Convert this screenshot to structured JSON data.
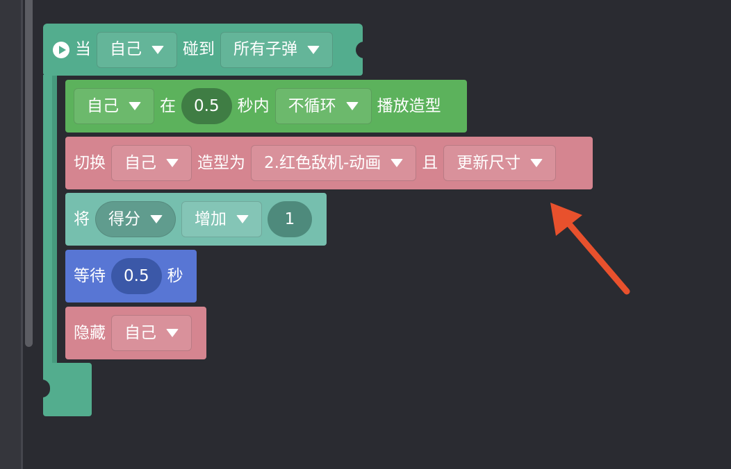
{
  "colors": {
    "event": "#53ad8e",
    "looks": "#5cb25c",
    "costume": "#d58590",
    "variable": "#76bfae",
    "control": "#5876d4",
    "annotation_arrow": "#e8512d"
  },
  "hat_block": {
    "label_when": "当",
    "sprite_dropdown": "自己",
    "label_touch": "碰到",
    "target_dropdown": "所有子弹"
  },
  "animate_block": {
    "sprite_dropdown": "自己",
    "label_in": "在",
    "duration": "0.5",
    "label_seconds_within": "秒内",
    "loop_dropdown": "不循环",
    "label_play": "播放造型"
  },
  "switch_costume_block": {
    "label_switch": "切换",
    "sprite_dropdown": "自己",
    "label_costume_to": "造型为",
    "costume_dropdown": "2.红色敌机-动画",
    "label_and": "且",
    "size_dropdown": "更新尺寸"
  },
  "change_variable_block": {
    "label_set": "将",
    "variable_dropdown": "得分",
    "operation_dropdown": "增加",
    "amount": "1"
  },
  "wait_block": {
    "label_wait": "等待",
    "seconds": "0.5",
    "label_seconds": "秒"
  },
  "hide_block": {
    "label_hide": "隐藏",
    "sprite_dropdown": "自己"
  }
}
